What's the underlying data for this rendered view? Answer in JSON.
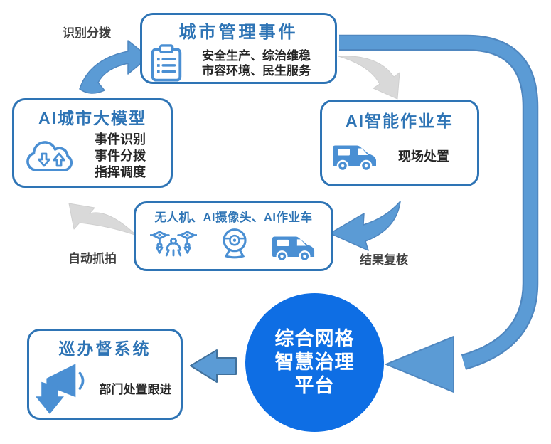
{
  "diagram": {
    "nodes": {
      "events": {
        "title": "城市管理事件",
        "lines": [
          "安全生产、综治维稳",
          "市容环境、民生服务"
        ],
        "icon": "clipboard-icon"
      },
      "ai_model": {
        "title": "AI城市大模型",
        "lines": [
          "事件识别",
          "事件分拨",
          "指挥调度"
        ],
        "icon": "cloud-sync-icon"
      },
      "ai_vehicle": {
        "title": "AI智能作业车",
        "lines": [
          "现场处置"
        ],
        "icon": "truck-icon"
      },
      "capture": {
        "title": "无人机、AI摄像头、AI作业车",
        "icons": [
          "drone-icon",
          "camera-icon",
          "truck-icon"
        ]
      },
      "supervision": {
        "title": "巡办督系统",
        "lines": [
          "部门处置跟进"
        ],
        "icon": "megaphone-down-icon"
      },
      "platform": {
        "lines": [
          "综合网格",
          "智慧治理",
          "平台"
        ]
      }
    },
    "edge_labels": {
      "recognize_dispatch": "识别分拨",
      "auto_capture": "自动抓拍",
      "result_review": "结果复核"
    },
    "colors": {
      "box_border": "#2e74b5",
      "title_blue": "#2e74b5",
      "icon_blue": "#4a8fd3",
      "arrow_blue": "#5b9bd5",
      "arrow_blue_edge": "#4f87c0",
      "arrow_gray": "#d9d9d9",
      "platform_circle": "#0e6ee4",
      "block_arrow_border": "#41719c",
      "text_dark": "#262626",
      "label_text": "#404040"
    }
  }
}
